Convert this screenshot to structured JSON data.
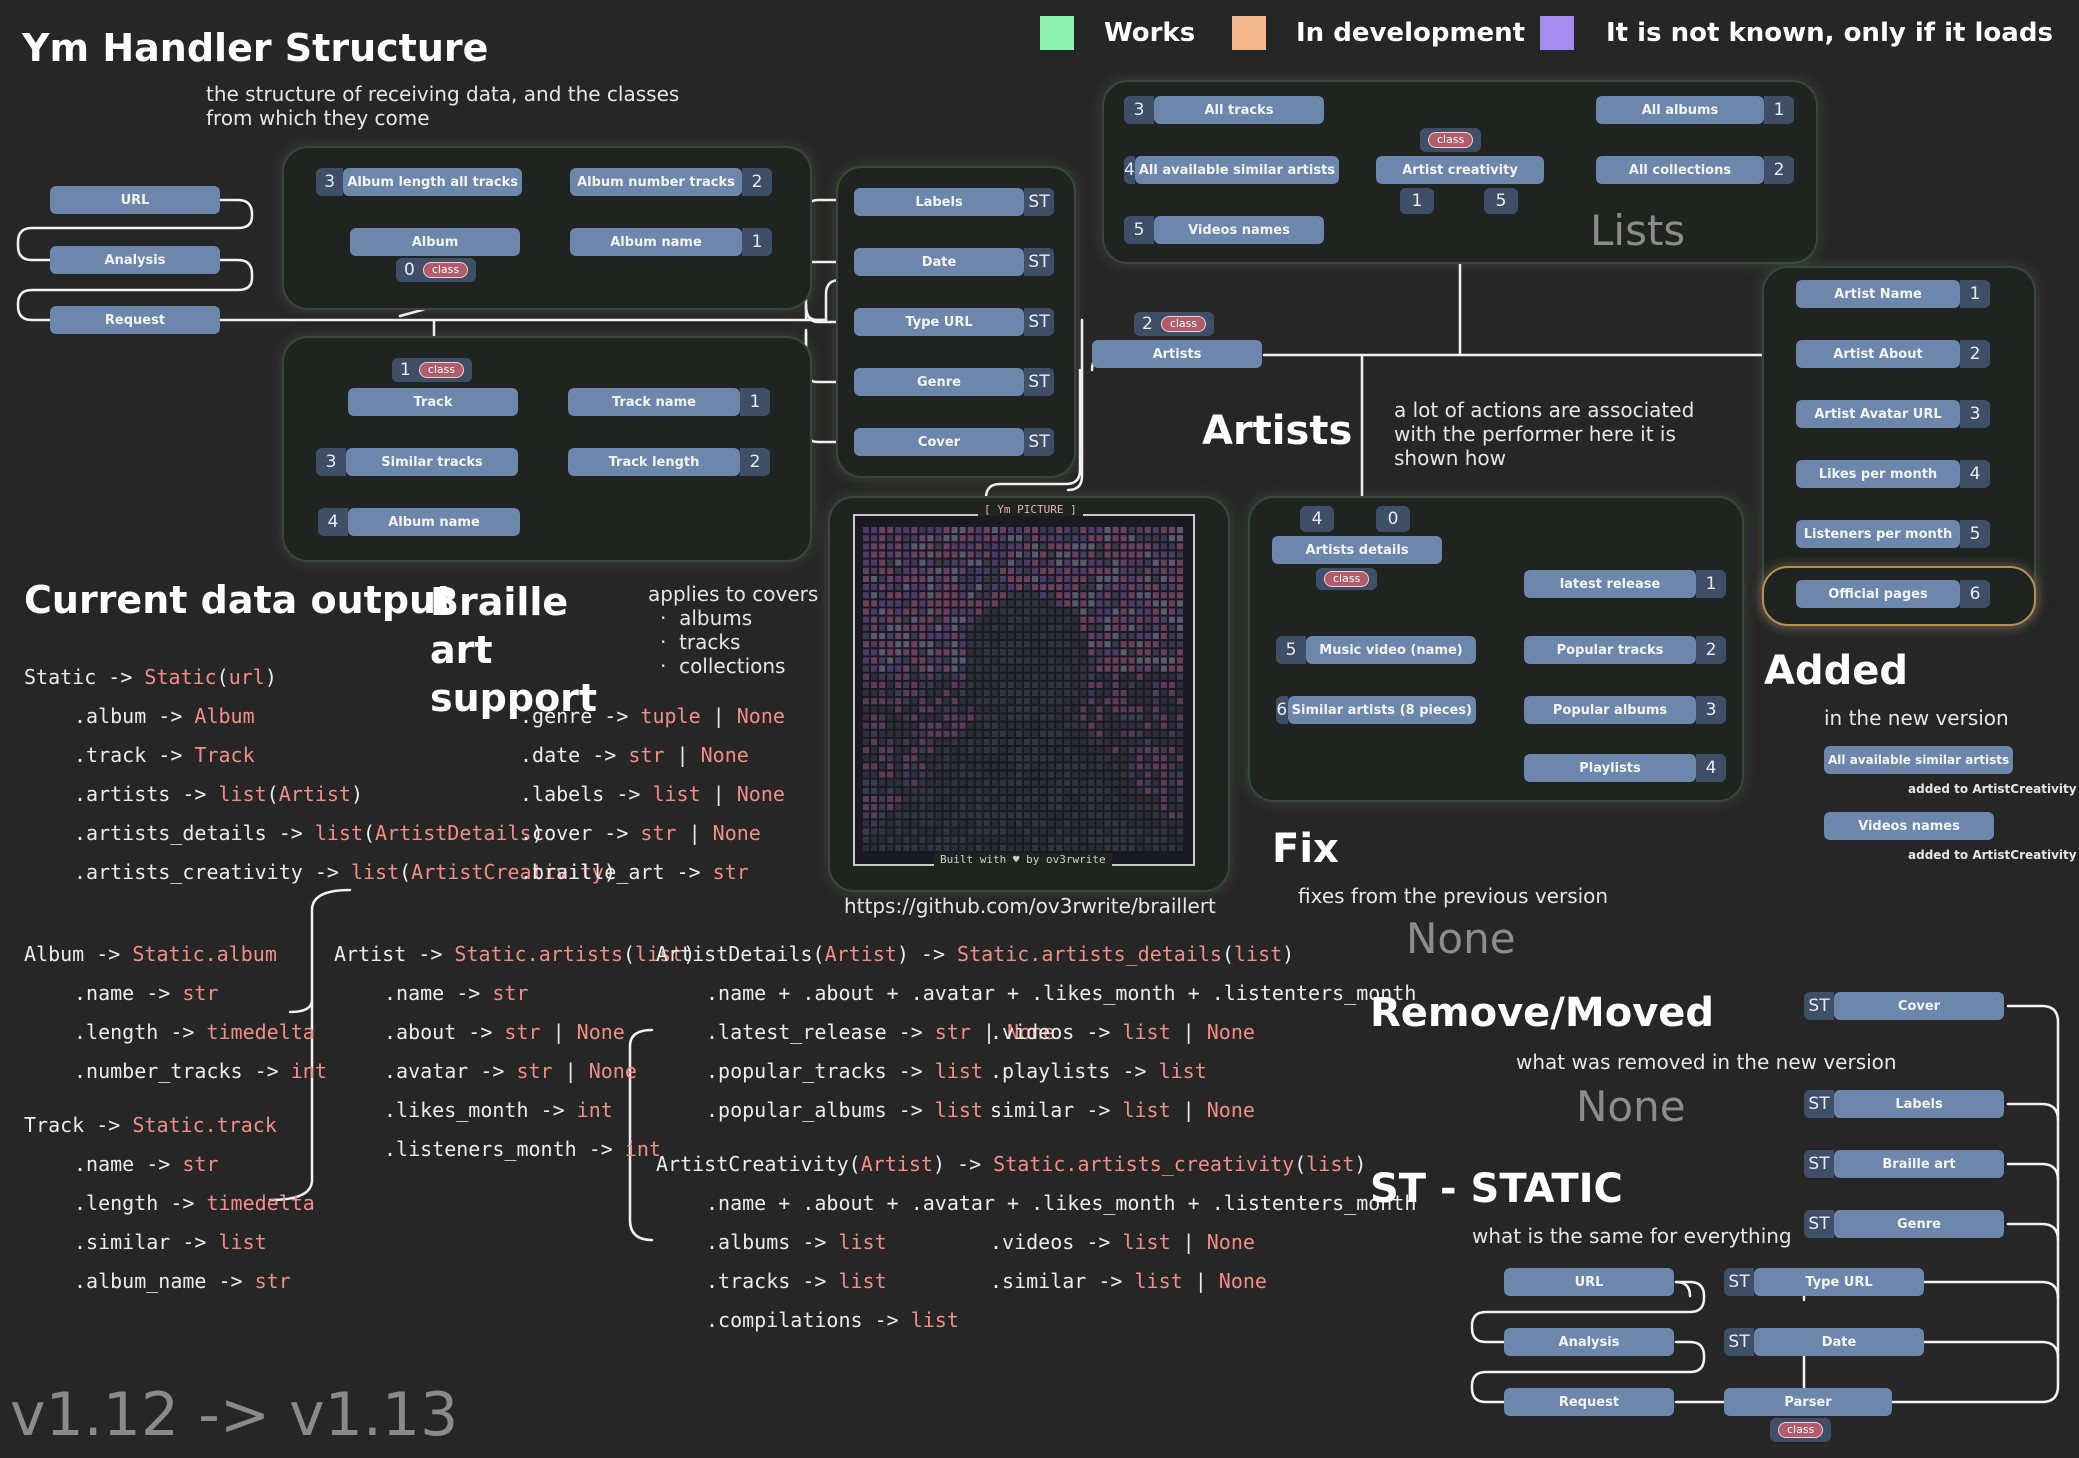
{
  "title": "Ym Handler Structure",
  "subtitle": "the structure of receiving data, and the classes from which they come",
  "legend": [
    {
      "label": "Works",
      "color": "#8ef2b2"
    },
    {
      "label": "In development",
      "color": "#f5b990"
    },
    {
      "label": "It is not known, only if it loads",
      "color": "#a58cf0"
    }
  ],
  "colors": {
    "node": "#6c86ac",
    "badge": "#3f4f68",
    "class_pill": "#b25b6b",
    "group_border": "#38473a",
    "type_text": "#f08f86"
  },
  "flow": {
    "url": "URL",
    "analysis": "Analysis",
    "request": "Request"
  },
  "class_pill": "class",
  "static_tag": "ST",
  "album_group": {
    "album": "Album",
    "album_badge": "0",
    "fields": [
      {
        "label": "Album length all tracks",
        "num": "3"
      },
      {
        "label": "Album number tracks",
        "num": "2"
      },
      {
        "label": "Album name",
        "num": "1"
      }
    ]
  },
  "track_group": {
    "track": "Track",
    "track_badge": "1",
    "fields": [
      {
        "label": "Similar tracks",
        "num": "3"
      },
      {
        "label": "Album name",
        "num": "4"
      },
      {
        "label": "Track name",
        "num": "1"
      },
      {
        "label": "Track length",
        "num": "2"
      }
    ]
  },
  "static_group": {
    "items": [
      "Labels",
      "Date",
      "Type URL",
      "Genre",
      "Cover"
    ]
  },
  "lists_group": {
    "title": "Lists",
    "left": [
      {
        "label": "All tracks",
        "num": "3"
      },
      {
        "label": "All available similar artists",
        "num": "4"
      },
      {
        "label": "Videos names",
        "num": "5"
      }
    ],
    "center": "Artist creativity",
    "center_badges": [
      "1",
      "5"
    ],
    "right": [
      {
        "label": "All albums",
        "num": "1"
      },
      {
        "label": "All collections",
        "num": "2"
      }
    ]
  },
  "artists": {
    "label": "Artists",
    "badge": "2",
    "heading": "Artists",
    "note": "a lot of actions are associated with the performer here it is shown how",
    "fields": [
      {
        "label": "Artist Name",
        "num": "1"
      },
      {
        "label": "Artist About",
        "num": "2"
      },
      {
        "label": "Artist Avatar URL",
        "num": "3"
      },
      {
        "label": "Likes per month",
        "num": "4"
      },
      {
        "label": "Listeners per month",
        "num": "5"
      },
      {
        "label": "Official pages",
        "num": "6"
      }
    ]
  },
  "artist_details": {
    "label": "Artists details",
    "badges": [
      "4",
      "0"
    ],
    "left": [
      {
        "label": "Music video (name)",
        "num": "5"
      },
      {
        "label": "Similar artists (8 pieces)",
        "num": "6"
      }
    ],
    "right": [
      {
        "label": "latest release",
        "num": "1"
      },
      {
        "label": "Popular tracks",
        "num": "2"
      },
      {
        "label": "Popular albums",
        "num": "3"
      },
      {
        "label": "Playlists",
        "num": "4"
      }
    ]
  },
  "braille": {
    "heading": "Braille art support",
    "applies": "applies to covers",
    "bullets": [
      "albums",
      "tracks",
      "collections"
    ],
    "frame_title": "[ Ym PICTURE ]",
    "frame_footer": "Built with ♥ by ov3rwrite",
    "url": "https://github.com/ov3rwrite/braillert"
  },
  "current_output": {
    "heading": "Current data output",
    "static_lines": [
      [
        [
          "Static -> ",
          ""
        ],
        [
          "Static",
          "k"
        ],
        [
          "(",
          ""
        ],
        [
          "url",
          "k"
        ],
        [
          ")",
          ""
        ]
      ],
      [
        [
          ".album -> ",
          ""
        ],
        [
          "Album",
          "k"
        ]
      ],
      [
        [
          ".track -> ",
          ""
        ],
        [
          "Track",
          "k"
        ]
      ],
      [
        [
          ".artists -> ",
          ""
        ],
        [
          "list",
          "k"
        ],
        [
          "(",
          ""
        ],
        [
          "Artist",
          "k"
        ],
        [
          ")",
          ""
        ]
      ],
      [
        [
          ".artists_details -> ",
          ""
        ],
        [
          "list",
          "k"
        ],
        [
          "(",
          ""
        ],
        [
          "ArtistDetails",
          "k"
        ],
        [
          ")",
          ""
        ]
      ],
      [
        [
          ".artists_creativity -> ",
          ""
        ],
        [
          "list",
          "k"
        ],
        [
          "(",
          ""
        ],
        [
          "ArtistCreativity",
          "k"
        ],
        [
          ")",
          ""
        ]
      ]
    ],
    "static_right": [
      [
        [
          ".genre -> ",
          ""
        ],
        [
          "tuple",
          "k"
        ],
        [
          " | ",
          ""
        ],
        [
          "None",
          "k"
        ]
      ],
      [
        [
          ".date -> ",
          ""
        ],
        [
          "str",
          "k"
        ],
        [
          " | ",
          ""
        ],
        [
          "None",
          "k"
        ]
      ],
      [
        [
          ".labels -> ",
          ""
        ],
        [
          "list",
          "k"
        ],
        [
          " | ",
          ""
        ],
        [
          "None",
          "k"
        ]
      ],
      [
        [
          ".cover -> ",
          ""
        ],
        [
          "str",
          "k"
        ],
        [
          " | ",
          ""
        ],
        [
          "None",
          "k"
        ]
      ],
      [
        [
          ".braille_art -> ",
          ""
        ],
        [
          "str",
          "k"
        ]
      ]
    ],
    "album_lines": [
      [
        [
          "Album -> ",
          ""
        ],
        [
          "Static.album",
          "k"
        ]
      ],
      [
        [
          ".name -> ",
          ""
        ],
        [
          "str",
          "k"
        ]
      ],
      [
        [
          ".length -> ",
          ""
        ],
        [
          "timedelta",
          "k"
        ]
      ],
      [
        [
          ".number_tracks -> ",
          ""
        ],
        [
          "int",
          "k"
        ]
      ]
    ],
    "track_lines": [
      [
        [
          "Track -> ",
          ""
        ],
        [
          "Static.track",
          "k"
        ]
      ],
      [
        [
          ".name -> ",
          ""
        ],
        [
          "str",
          "k"
        ]
      ],
      [
        [
          ".length -> ",
          ""
        ],
        [
          "timedelta",
          "k"
        ]
      ],
      [
        [
          ".similar -> ",
          ""
        ],
        [
          "list",
          "k"
        ]
      ],
      [
        [
          ".album_name -> ",
          ""
        ],
        [
          "str",
          "k"
        ]
      ]
    ],
    "artist_lines": [
      [
        [
          "Artist -> ",
          ""
        ],
        [
          "Static.artists",
          "k"
        ],
        [
          "(",
          ""
        ],
        [
          "list",
          "k"
        ],
        [
          ")",
          ""
        ]
      ],
      [
        [
          ".name -> ",
          ""
        ],
        [
          "str",
          "k"
        ]
      ],
      [
        [
          ".about -> ",
          ""
        ],
        [
          "str",
          "k"
        ],
        [
          " | ",
          ""
        ],
        [
          "None",
          "k"
        ]
      ],
      [
        [
          ".avatar -> ",
          ""
        ],
        [
          "str",
          "k"
        ],
        [
          " | ",
          ""
        ],
        [
          "None",
          "k"
        ]
      ],
      [
        [
          ".likes_month -> ",
          ""
        ],
        [
          "int",
          "k"
        ]
      ],
      [
        [
          ".listeners_month -> ",
          ""
        ],
        [
          "int",
          "k"
        ]
      ]
    ],
    "details_head": [
      [
        "ArtistDetails(",
        ""
      ],
      [
        "Artist",
        "k"
      ],
      [
        ") -> ",
        ""
      ],
      [
        "Static.artists_details",
        "k"
      ],
      [
        "(",
        ""
      ],
      [
        "list",
        "k"
      ],
      [
        ")",
        ""
      ]
    ],
    "details_common": [
      [
        ".name + .about + .avatar + .likes_month + .listenters_month",
        ""
      ]
    ],
    "details_left": [
      [
        [
          ".latest_release -> ",
          ""
        ],
        [
          "str",
          "k"
        ],
        [
          " | ",
          ""
        ],
        [
          "None",
          "k"
        ]
      ],
      [
        [
          ".popular_tracks -> ",
          ""
        ],
        [
          "list",
          "k"
        ]
      ],
      [
        [
          ".popular_albums -> ",
          ""
        ],
        [
          "list",
          "k"
        ]
      ]
    ],
    "details_right": [
      [
        [
          ".videos -> ",
          ""
        ],
        [
          "list",
          "k"
        ],
        [
          " | ",
          ""
        ],
        [
          "None",
          "k"
        ]
      ],
      [
        [
          ".playlists -> ",
          ""
        ],
        [
          "list",
          "k"
        ]
      ],
      [
        [
          "similar -> ",
          ""
        ],
        [
          "list",
          "k"
        ],
        [
          " | ",
          ""
        ],
        [
          "None",
          "k"
        ]
      ]
    ],
    "creativity_head": [
      [
        "ArtistCreativity(",
        ""
      ],
      [
        "Artist",
        "k"
      ],
      [
        ") -> ",
        ""
      ],
      [
        "Static.artists_creativity",
        "k"
      ],
      [
        "(",
        ""
      ],
      [
        "list",
        "k"
      ],
      [
        ")",
        ""
      ]
    ],
    "creativity_common": [
      [
        ".name + .about + .avatar + .likes_month + .listenters_month",
        ""
      ]
    ],
    "creativity_left": [
      [
        [
          ".albums -> ",
          ""
        ],
        [
          "list",
          "k"
        ]
      ],
      [
        [
          ".tracks -> ",
          ""
        ],
        [
          "list",
          "k"
        ]
      ],
      [
        [
          ".compilations -> ",
          ""
        ],
        [
          "list",
          "k"
        ]
      ]
    ],
    "creativity_right": [
      [
        [
          ".videos -> ",
          ""
        ],
        [
          "list",
          "k"
        ],
        [
          " | ",
          ""
        ],
        [
          "None",
          "k"
        ]
      ],
      [
        [
          ".similar -> ",
          ""
        ],
        [
          "list",
          "k"
        ],
        [
          " | ",
          ""
        ],
        [
          "None",
          "k"
        ]
      ]
    ]
  },
  "added": {
    "heading": "Added",
    "sub": "in the new version",
    "items": [
      {
        "label": "All available similar artists",
        "note": "added to ArtistCreativity"
      },
      {
        "label": "Videos names",
        "note": "added to ArtistCreativity"
      }
    ]
  },
  "fix": {
    "heading": "Fix",
    "sub": "fixes from the previous version",
    "value": "None"
  },
  "removed": {
    "heading": "Remove/Moved",
    "sub": "what was removed in the new version",
    "value": "None",
    "items": [
      "Cover",
      "Labels",
      "Braille art",
      "Genre"
    ]
  },
  "st_static": {
    "heading": "ST - STATIC",
    "sub": "what is the same for everything"
  },
  "parser_flow": {
    "url": "URL",
    "analysis": "Analysis",
    "request": "Request",
    "type_url": "Type URL",
    "date": "Date",
    "parser": "Parser"
  },
  "version": "v1.12 -> v1.13"
}
